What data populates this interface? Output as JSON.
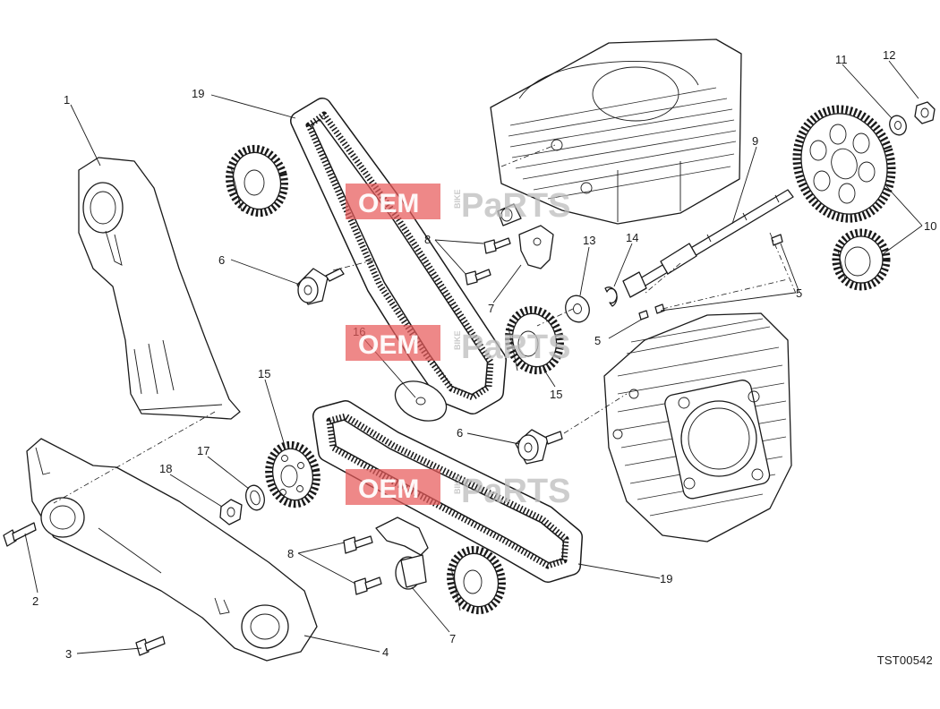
{
  "drawing_code": "TST00542",
  "watermark": {
    "box_text": "OEM",
    "small_text": "BIKE",
    "grey_text": "PaRTS"
  },
  "callouts": {
    "c1": "1",
    "c2": "2",
    "c3": "3",
    "c4": "4",
    "c5a": "5",
    "c5b": "5",
    "c6a": "6",
    "c6b": "6",
    "c7a": "7",
    "c7b": "7",
    "c8a": "8",
    "c8b": "8",
    "c9": "9",
    "c10": "10",
    "c11": "11",
    "c12": "12",
    "c13": "13",
    "c14": "14",
    "c15a": "15",
    "c15b": "15",
    "c16": "16",
    "c17": "17",
    "c18": "18",
    "c19a": "19",
    "c19b": "19"
  }
}
